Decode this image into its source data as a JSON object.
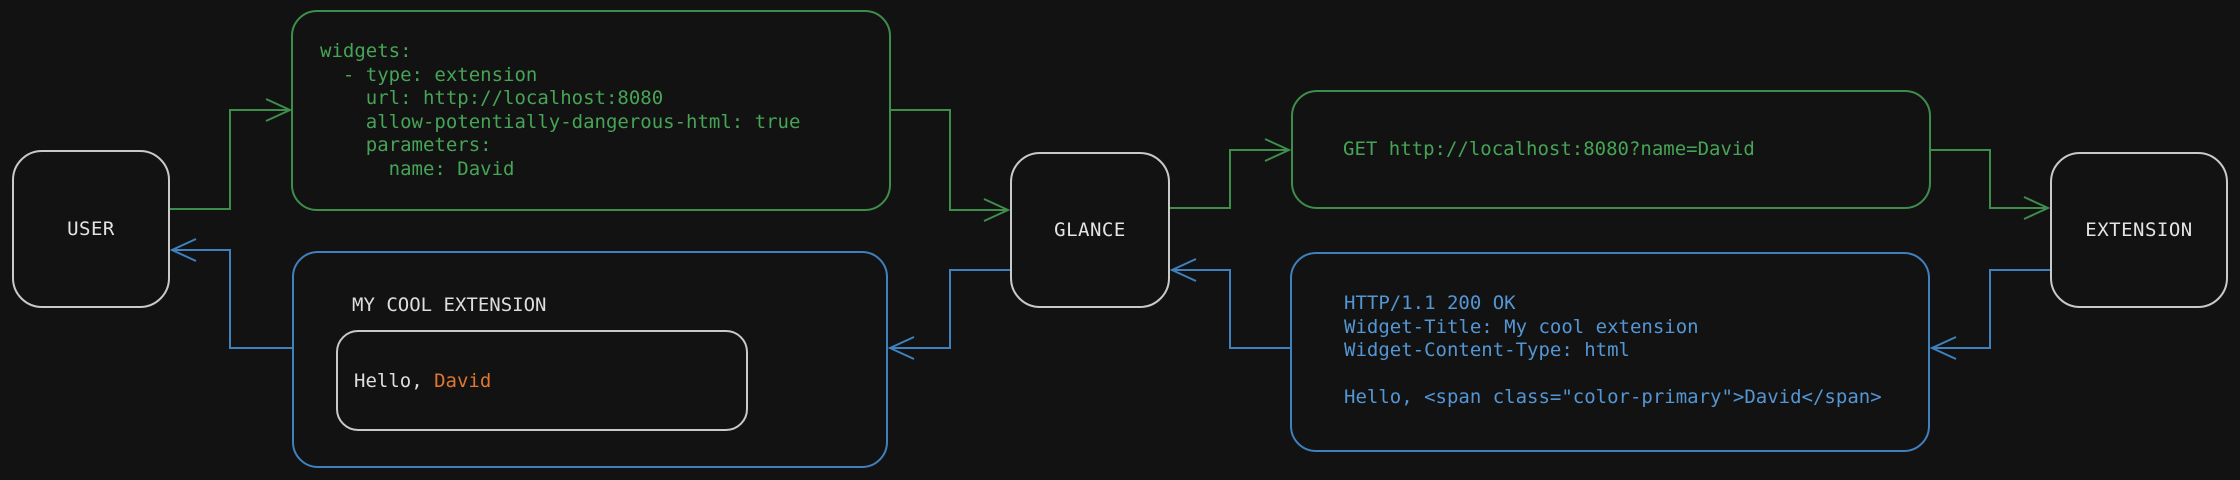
{
  "nodes": {
    "user": {
      "label": "USER"
    },
    "glance": {
      "label": "GLANCE"
    },
    "extension": {
      "label": "EXTENSION"
    }
  },
  "messages": {
    "config_yaml": {
      "lines": [
        "widgets:",
        "  - type: extension",
        "    url: http://localhost:8080",
        "    allow-potentially-dangerous-html: true",
        "    parameters:",
        "      name: David"
      ]
    },
    "request": {
      "text": "GET http://localhost:8080?name=David"
    },
    "response": {
      "lines": [
        "HTTP/1.1 200 OK",
        "Widget-Title: My cool extension",
        "Widget-Content-Type: html",
        "",
        "Hello, <span class=\"color-primary\">David</span>"
      ]
    },
    "widget": {
      "title": "MY COOL EXTENSION",
      "greeting_prefix": "Hello, ",
      "greeting_name": "David"
    }
  },
  "colors": {
    "background": "#121212",
    "node_border": "#c9c9c9",
    "node_text": "#e4e4e4",
    "green_stroke": "#3e8e4b",
    "green_text": "#46a456",
    "blue_stroke": "#3f81bd",
    "blue_text": "#5496d4",
    "orange": "#e0762f",
    "white_text": "#dedede"
  }
}
